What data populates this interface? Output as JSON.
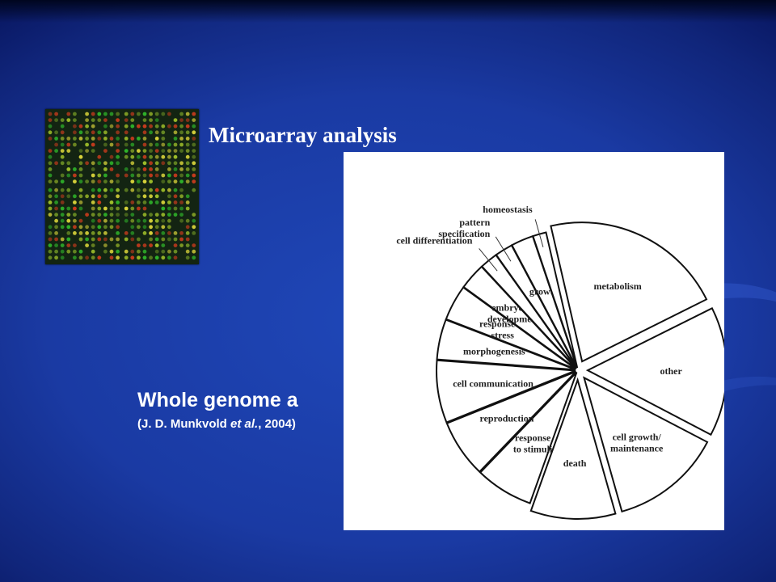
{
  "slide": {
    "title": "Microarray analysis",
    "subtitle": "Whole genome a",
    "citation": {
      "prefix": "(J. D. Munkvold ",
      "etal": "et al.",
      "suffix": ", 2004)"
    }
  },
  "colors": {
    "background": "#1a3aa3",
    "text": "#ffffff",
    "spot_green": "#2fb52a",
    "spot_yellow": "#d6d13a",
    "spot_red": "#c83b1d"
  },
  "chart_data": {
    "type": "pie",
    "categories": [
      "metabolism",
      "other",
      "cell growth/ maintenance",
      "death",
      "response to stimuli",
      "reproduction",
      "cell communication",
      "morphogenesis",
      "response to stress",
      "embryonic development",
      "cell differentiation",
      "pattern specification",
      "growth",
      "homeostasis"
    ],
    "values": [
      20.5,
      14.5,
      12.5,
      9.5,
      6.5,
      6.5,
      7.0,
      4.5,
      4.0,
      3.0,
      2.0,
      2.0,
      2.5,
      1.5
    ],
    "label_lines": [
      [
        "metabolism"
      ],
      [
        "other"
      ],
      [
        "cell growth/",
        "maintenance"
      ],
      [
        "death"
      ],
      [
        "response",
        "to stimuli"
      ],
      [
        "reproduction"
      ],
      [
        "cell communication"
      ],
      [
        "morphogenesis"
      ],
      [
        "response to",
        "stress"
      ],
      [
        "embryonic",
        "development"
      ],
      [
        "cell differentiation"
      ],
      [
        "pattern",
        "specification"
      ],
      [
        "growth"
      ],
      [
        "homeostasis"
      ]
    ],
    "exploded": [
      "metabolism",
      "other",
      "cell growth/ maintenance",
      "death"
    ],
    "legend": "none"
  }
}
